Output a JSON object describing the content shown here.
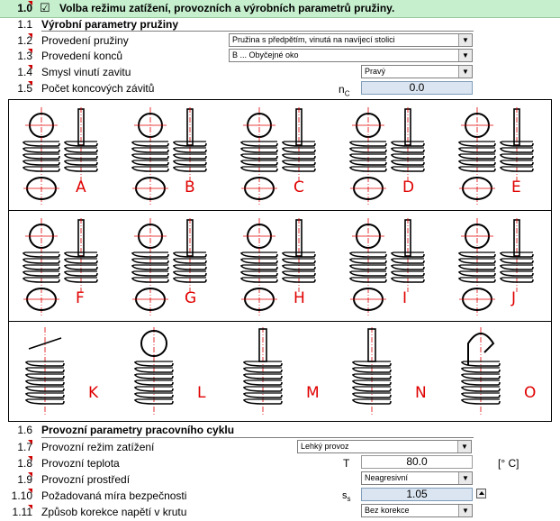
{
  "header": {
    "number": "1.0",
    "checkbox_mark": "☑",
    "title": "Volba režimu zatížení, provozních a výrobních parametrů pružiny."
  },
  "section_manufacturing": {
    "number": "1.1",
    "title": "Výrobní parametry pružiny",
    "rows": [
      {
        "number": "1.2",
        "label": "Provedení pružiny",
        "value": "Pružina s předpětím, vinutá na navíjecí stolici"
      },
      {
        "number": "1.3",
        "label": "Provedení konců",
        "value": "B ... Obyčejné oko"
      },
      {
        "number": "1.4",
        "label": "Smysl vinutí zavitu",
        "value": "Pravý"
      },
      {
        "number": "1.5",
        "label": "Počet koncových závitů",
        "symbol": "n",
        "symbol_sub": "C",
        "value": "0.0"
      }
    ]
  },
  "end_types": [
    "A",
    "B",
    "C",
    "D",
    "E",
    "F",
    "G",
    "H",
    "I",
    "J",
    "K",
    "L",
    "M",
    "N",
    "O"
  ],
  "section_operating": {
    "number": "1.6",
    "title": "Provozní parametry pracovního cyklu",
    "rows": [
      {
        "number": "1.7",
        "label": "Provozní režim zatížení",
        "value": "Lehký provoz"
      },
      {
        "number": "1.8",
        "label": "Provozní teplota",
        "symbol": "T",
        "value": "80.0",
        "unit": "[° C]"
      },
      {
        "number": "1.9",
        "label": "Provozní prostředí",
        "value": "Neagresivní"
      },
      {
        "number": "1.10",
        "label": "Požadovaná míra bezpečnosti",
        "symbol": "s",
        "symbol_sub": "s",
        "value": "1.05",
        "action_icon": "table-icon"
      },
      {
        "number": "1.11",
        "label": "Způsob korekce napětí v krutu",
        "value": "Bez korekce"
      }
    ]
  },
  "colors": {
    "header_bg": "#c6efce",
    "value_bg": "#dbe5f1",
    "drawing_red": "#e00000"
  }
}
